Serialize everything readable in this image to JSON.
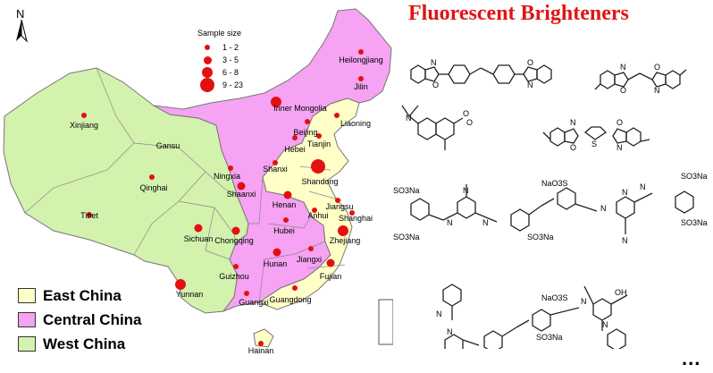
{
  "compass_letter": "N",
  "legend": {
    "title": "Sample size",
    "items": [
      {
        "label": "1 - 2",
        "size": 1
      },
      {
        "label": "3 - 5",
        "size": 2
      },
      {
        "label": "6 - 8",
        "size": 3
      },
      {
        "label": "9 - 23",
        "size": 4
      }
    ]
  },
  "regions": [
    {
      "label": "East China",
      "color": "#ffffc8"
    },
    {
      "label": "Central China",
      "color": "#f5a3f2"
    },
    {
      "label": "West China",
      "color": "#d3f2ae"
    }
  ],
  "provinces": [
    {
      "name": "Heilongjiang",
      "region": "central",
      "size": 1
    },
    {
      "name": "Jilin",
      "region": "central",
      "size": 1
    },
    {
      "name": "Inner Mongolia",
      "region": "central",
      "size": 3
    },
    {
      "name": "Liaoning",
      "region": "east",
      "size": 1
    },
    {
      "name": "Beijing",
      "region": "east",
      "size": 1
    },
    {
      "name": "Tianjin",
      "region": "east",
      "size": 1
    },
    {
      "name": "Hebei",
      "region": "east",
      "size": 1
    },
    {
      "name": "Xinjiang",
      "region": "west",
      "size": 1
    },
    {
      "name": "Gansu",
      "region": "west",
      "size": 0
    },
    {
      "name": "Ningxia",
      "region": "west",
      "size": 1
    },
    {
      "name": "Qinghai",
      "region": "west",
      "size": 1
    },
    {
      "name": "Shanxi",
      "region": "central",
      "size": 1
    },
    {
      "name": "Shandong",
      "region": "east",
      "size": 4
    },
    {
      "name": "Shaanxi",
      "region": "west",
      "size": 2
    },
    {
      "name": "Tibet",
      "region": "west",
      "size": 1
    },
    {
      "name": "Henan",
      "region": "central",
      "size": 2
    },
    {
      "name": "Jiangsu",
      "region": "east",
      "size": 1
    },
    {
      "name": "Anhui",
      "region": "central",
      "size": 1
    },
    {
      "name": "Shanghai",
      "region": "east",
      "size": 1
    },
    {
      "name": "Sichuan",
      "region": "west",
      "size": 2
    },
    {
      "name": "Chongqing",
      "region": "west",
      "size": 2
    },
    {
      "name": "Hubei",
      "region": "central",
      "size": 1
    },
    {
      "name": "Zhejiang",
      "region": "east",
      "size": 3
    },
    {
      "name": "Hunan",
      "region": "central",
      "size": 2
    },
    {
      "name": "Jiangxi",
      "region": "central",
      "size": 1
    },
    {
      "name": "Fujian",
      "region": "east",
      "size": 2
    },
    {
      "name": "Guizhou",
      "region": "west",
      "size": 1
    },
    {
      "name": "Yunnan",
      "region": "west",
      "size": 3
    },
    {
      "name": "Guangxi",
      "region": "central",
      "size": 1
    },
    {
      "name": "Guangdong",
      "region": "east",
      "size": 1
    },
    {
      "name": "Hainan",
      "region": "east",
      "size": 1
    }
  ],
  "title": "Fluorescent Brighteners",
  "molecule_labels": {
    "n": "N",
    "o": "O",
    "s": "S",
    "so3na": "SO3Na",
    "nao3s": "NaO3S",
    "oh": "OH"
  },
  "ellipsis": "...",
  "colors": {
    "dot": "#e41010",
    "title": "#e01515"
  }
}
